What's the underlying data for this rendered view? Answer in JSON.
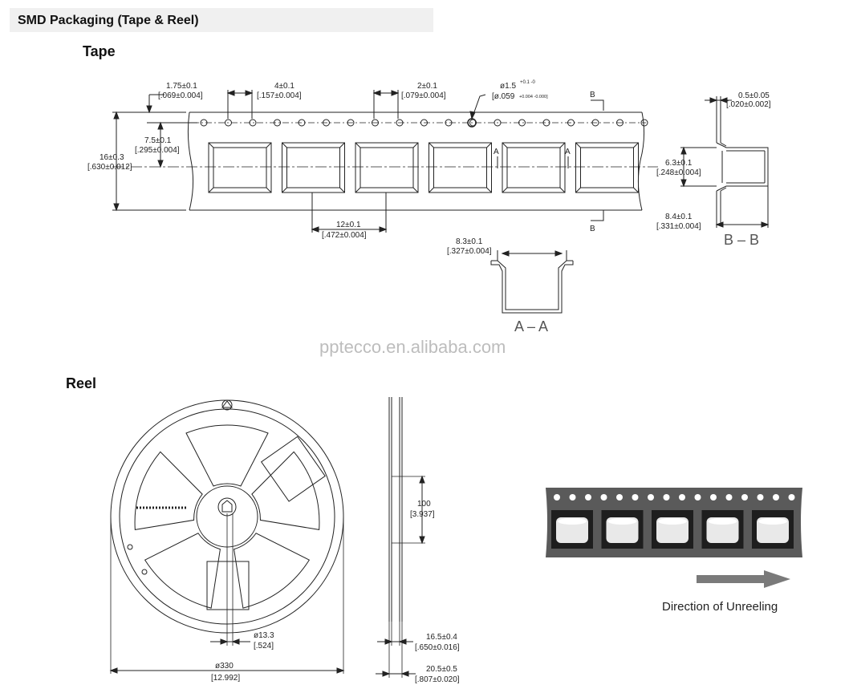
{
  "header": {
    "title": "SMD Packaging (Tape & Reel)"
  },
  "sections": {
    "tape": "Tape",
    "reel": "Reel"
  },
  "tape_dims": {
    "sprocket_offset_a": "1.75±0.1",
    "sprocket_offset_b": "[.069±0.004]",
    "sprocket_pitch_a": "4±0.1",
    "sprocket_pitch_b": "[.157±0.004]",
    "half_pitch_a": "2±0.1",
    "half_pitch_b": "[.079±0.004]",
    "hole_dia_a": "ø1.5",
    "hole_dia_a_tol": "+0.1 -0",
    "hole_dia_b": "[ø.059",
    "hole_dia_b_tol": "+0.004 -0.000]",
    "row_offset_a": "7.5±0.1",
    "row_offset_b": "[.295±0.004]",
    "width_a": "16±0.3",
    "width_b": "[.630±0.012]",
    "pocket_pitch_a": "12±0.1",
    "pocket_pitch_b": "[.472±0.004]",
    "section_b_top": "B",
    "section_b_bottom": "B",
    "section_a_left": "A",
    "section_a_right": "A",
    "thickness_a": "0.5±0.05",
    "thickness_b": "[.020±0.002]",
    "pocket_depth_a": "6.3±0.1",
    "pocket_depth_b": "[.248±0.004]",
    "pocket_len_a": "8.4±0.1",
    "pocket_len_b": "[.331±0.004]",
    "pocket_width_a": "8.3±0.1",
    "pocket_width_b": "[.327±0.004]",
    "view_bb": "B – B",
    "view_aa": "A – A"
  },
  "watermark": "pptecco.en.alibaba.com",
  "reel_dims": {
    "hub_dia_a": "ø13.3",
    "hub_dia_b": "[.524]",
    "reel_dia_a": "ø330",
    "reel_dia_b": "[12.992]",
    "hub_width_a": "100",
    "hub_width_b": "[3.937]",
    "inner_width_a": "16.5±0.4",
    "inner_width_b": "[.650±0.016]",
    "outer_width_a": "20.5±0.5",
    "outer_width_b": "[.807±0.020]"
  },
  "photo": {
    "caption": "Direction of Unreeling"
  },
  "colors": {
    "line": "#222222",
    "tape_photo": "#5a5a5a",
    "arrow": "#7a7a7a"
  }
}
